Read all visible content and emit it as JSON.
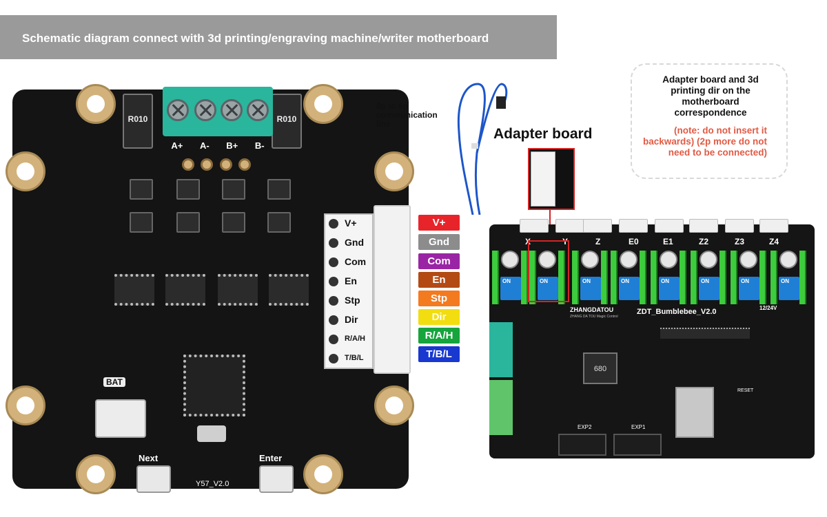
{
  "banner": {
    "title": "Schematic diagram connect with 3d printing/engraving machine/writer motherboard"
  },
  "driver_board": {
    "terminal_labels": [
      "A+",
      "A-",
      "B+",
      "B-"
    ],
    "resistor_label": "R010",
    "pin_labels": [
      "V+",
      "Gnd",
      "Com",
      "En",
      "Stp",
      "Dir",
      "R/A/H",
      "T/B/L"
    ],
    "battery_label": "BAT",
    "buttons": [
      "Next",
      "Enter"
    ],
    "model": "Y57_V2.0"
  },
  "pin_tags": [
    {
      "label": "V+",
      "color": "#e8242b"
    },
    {
      "label": "Gnd",
      "color": "#8c8c8c"
    },
    {
      "label": "Com",
      "color": "#9a25a4"
    },
    {
      "label": "En",
      "color": "#b34a14"
    },
    {
      "label": "Stp",
      "color": "#f47a1f"
    },
    {
      "label": "Dir",
      "color": "#f2dd10"
    },
    {
      "label": "R/A/H",
      "color": "#16a43d"
    },
    {
      "label": "T/B/L",
      "color": "#1838d0"
    }
  ],
  "cable": {
    "label": "8p to 6p communication line"
  },
  "adapter": {
    "title": "Adapter board"
  },
  "note": {
    "title": "Adapter board and 3d printing dir on the motherboard correspondence",
    "warning": "(note: do not insert it backwards) (2p more do not need to be connected)"
  },
  "motherboard": {
    "axes": [
      "X",
      "Y",
      "Z",
      "E0",
      "E1",
      "Z2",
      "Z3",
      "Z4"
    ],
    "dip_text": "ON",
    "brand": "ZHANGDATOU",
    "brand_sub": "ZHANG DA TOU Magic Control",
    "name": "ZDT_Bumblebee_V2.0",
    "voltage": "12/24V",
    "inductor": "680",
    "exp_labels": [
      "EXP2",
      "EXP1"
    ],
    "reset": "RESET"
  },
  "colors": {
    "highlight": "#d42424",
    "note_red": "#e25a43",
    "terminal": "#2ab59d"
  }
}
